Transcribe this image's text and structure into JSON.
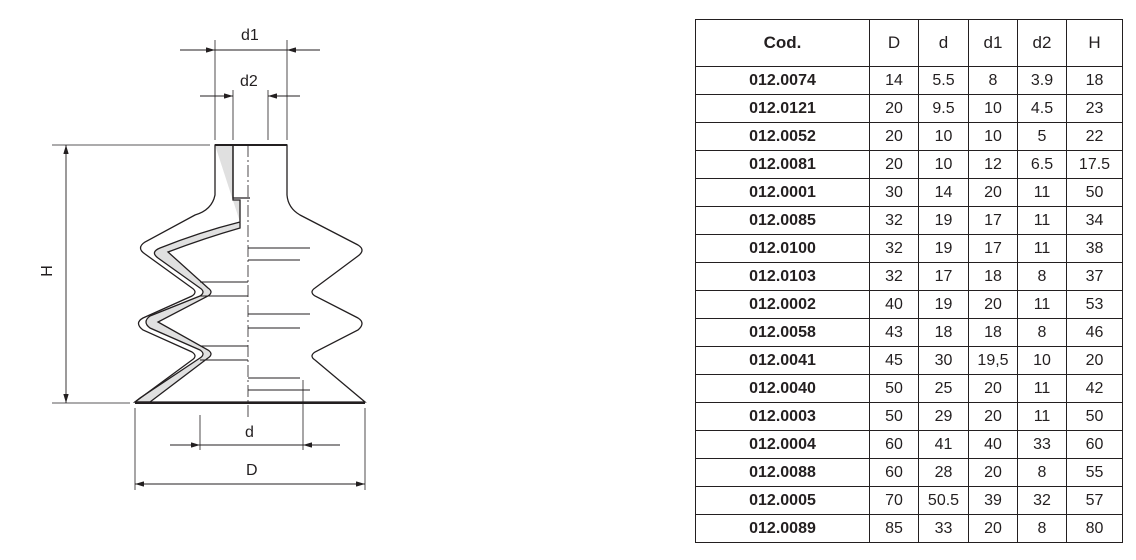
{
  "drawing": {
    "labels": {
      "d1": "d1",
      "d2": "d2",
      "H": "H",
      "d": "d",
      "D": "D"
    },
    "shade_color": "#e0e0e0"
  },
  "table": {
    "headers": [
      "Cod.",
      "D",
      "d",
      "d1",
      "d2",
      "H"
    ],
    "rows": [
      [
        "012.0074",
        "14",
        "5.5",
        "8",
        "3.9",
        "18"
      ],
      [
        "012.0121",
        "20",
        "9.5",
        "10",
        "4.5",
        "23"
      ],
      [
        "012.0052",
        "20",
        "10",
        "10",
        "5",
        "22"
      ],
      [
        "012.0081",
        "20",
        "10",
        "12",
        "6.5",
        "17.5"
      ],
      [
        "012.0001",
        "30",
        "14",
        "20",
        "11",
        "50"
      ],
      [
        "012.0085",
        "32",
        "19",
        "17",
        "11",
        "34"
      ],
      [
        "012.0100",
        "32",
        "19",
        "17",
        "11",
        "38"
      ],
      [
        "012.0103",
        "32",
        "17",
        "18",
        "8",
        "37"
      ],
      [
        "012.0002",
        "40",
        "19",
        "20",
        "11",
        "53"
      ],
      [
        "012.0058",
        "43",
        "18",
        "18",
        "8",
        "46"
      ],
      [
        "012.0041",
        "45",
        "30",
        "19,5",
        "10",
        "20"
      ],
      [
        "012.0040",
        "50",
        "25",
        "20",
        "11",
        "42"
      ],
      [
        "012.0003",
        "50",
        "29",
        "20",
        "11",
        "50"
      ],
      [
        "012.0004",
        "60",
        "41",
        "40",
        "33",
        "60"
      ],
      [
        "012.0088",
        "60",
        "28",
        "20",
        "8",
        "55"
      ],
      [
        "012.0005",
        "70",
        "50.5",
        "39",
        "32",
        "57"
      ],
      [
        "012.0089",
        "85",
        "33",
        "20",
        "8",
        "80"
      ]
    ]
  }
}
